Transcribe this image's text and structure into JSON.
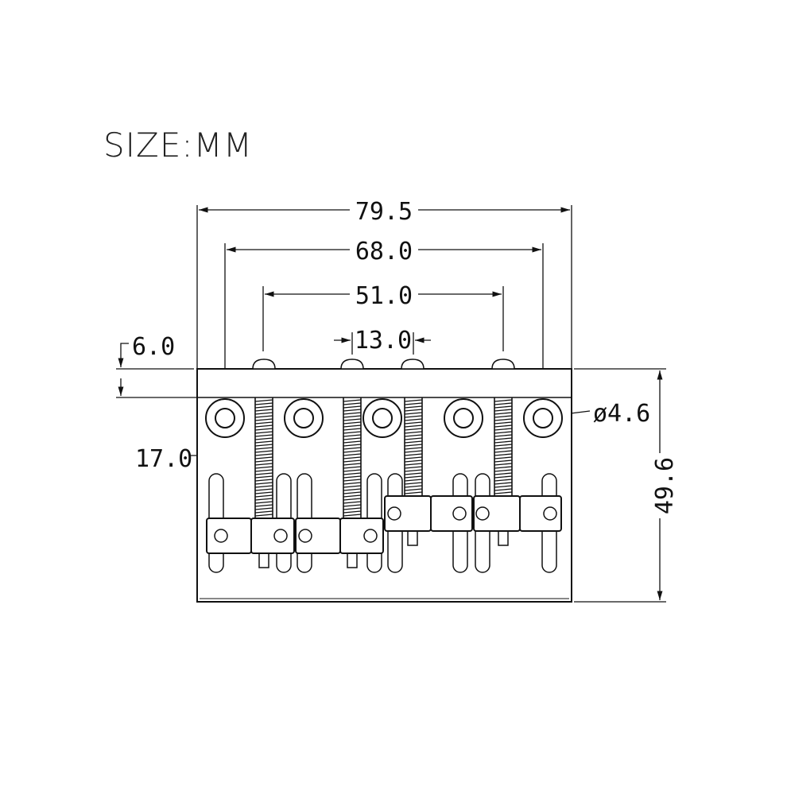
{
  "title": "SIZE:MM",
  "dimensions": {
    "overall_width": "79.5",
    "outer_hole_span": "68.0",
    "outer_screw_span": "51.0",
    "inner_screw_span": "13.0",
    "top_offset": "6.0",
    "hole_pitch": "17.0",
    "hole_diameter": "ø4.6",
    "overall_height": "49.6"
  },
  "colors": {
    "line": "#111111",
    "background": "#ffffff"
  }
}
